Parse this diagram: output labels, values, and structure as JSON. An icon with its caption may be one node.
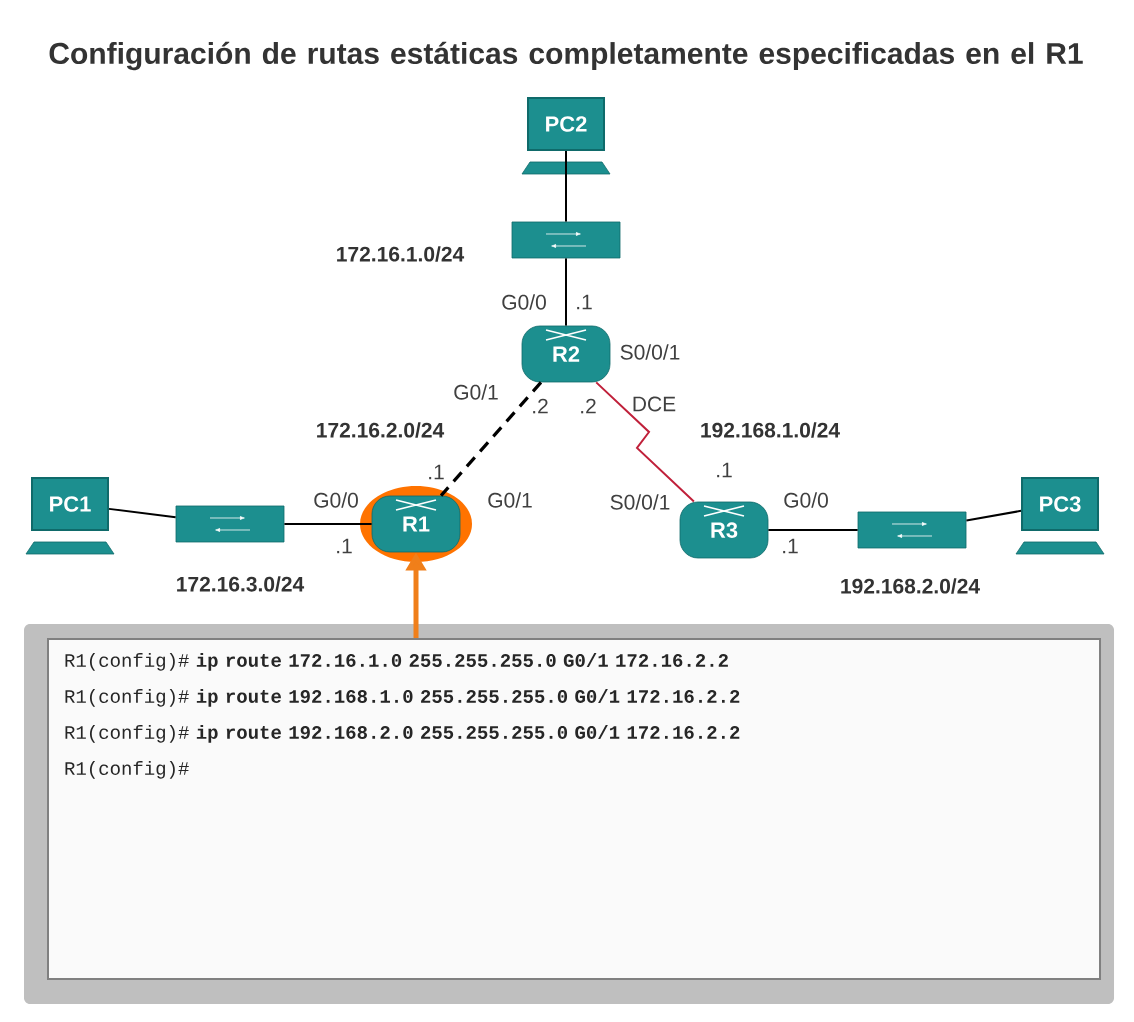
{
  "diagram": {
    "title": "Configuración de rutas estáticas completamente especificadas en el R1",
    "nodes": [
      {
        "text": [
          "PC2"
        ]
      },
      {
        "text": [],
        "shape": "box",
        "beside": [
          "172.16.1.0/24"
        ]
      },
      {
        "text": [
          "R2"
        ]
      },
      {
        "text": [
          "R1"
        ]
      },
      {
        "text": [
          "R3"
        ]
      },
      {
        "text": [
          "PC1"
        ]
      },
      {
        "text": [],
        "shape": "box",
        "beside": [
          "172.16.3.0/24"
        ]
      },
      {
        "text": [],
        "shape": "box",
        "beside": [
          "192.168.2.0/24"
        ]
      },
      {
        "text": [
          "PC3"
        ]
      },
      {
        "text": [
          "R1(config)# **ip route 172.16.1.0 255.255.255.0 G0/1 172.16.2.2**",
          "R1(config)# **ip route 192.168.1.0 255.255.255.0 G0/1 172.16.2.2**",
          "R1(config)# **ip route 192.168.2.0 255.255.255.0 G0/1 172.16.2.2**",
          "R1(config)#"
        ]
      }
    ],
    "edges": [
      {
        "from": 0,
        "to": 1,
        "arrow": "none"
      },
      {
        "from": 1,
        "to": 2,
        "arrow": "none"
      },
      {
        "from": 2,
        "to": 3,
        "arrow": "none",
        "style": "dashed",
        "label": "172.16.2.0/24"
      },
      {
        "from": 2,
        "to": 4,
        "arrow": "none",
        "color": "#c0203a",
        "label": "192.168.1.0/24"
      },
      {
        "from": 5,
        "to": 6,
        "arrow": "none"
      },
      {
        "from": 6,
        "to": 3,
        "arrow": "none"
      },
      {
        "from": 4,
        "to": 7,
        "arrow": "none"
      },
      {
        "from": 7,
        "to": 8,
        "arrow": "none"
      },
      {
        "from": 9,
        "to": 3,
        "arrow": "to",
        "style": "thick",
        "color": "#f07f1a"
      }
    ],
    "labels": [
      "G0/0",
      ".1",
      "S0/0/1",
      "G0/1",
      ".2",
      ".2",
      "DCE",
      ".1",
      ".1",
      "G0/0",
      "G0/1",
      "S0/0/1",
      "G0/0",
      ".1",
      ".1"
    ]
  }
}
